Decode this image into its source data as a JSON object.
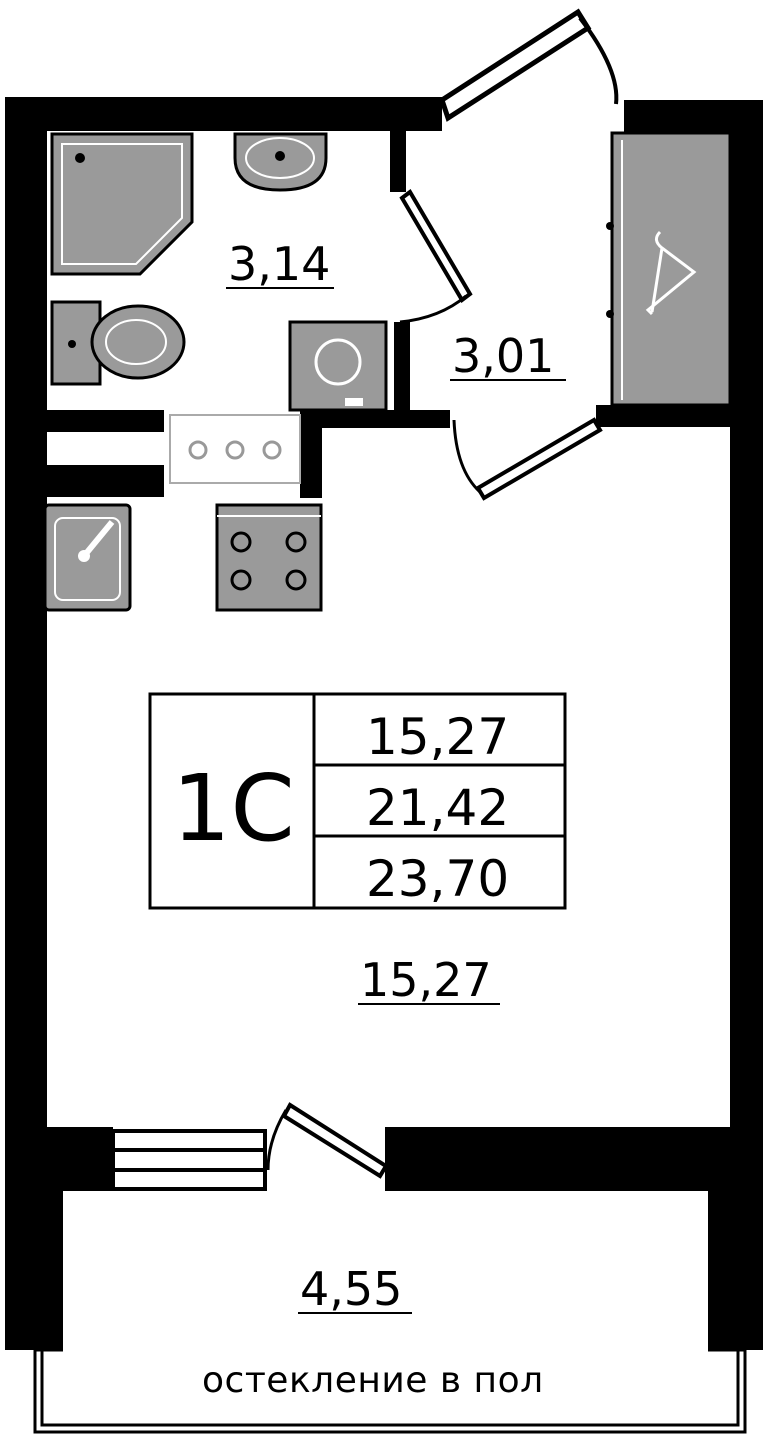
{
  "apartment": {
    "type": "1С",
    "areas": {
      "living": "15,27",
      "total_without_balcony": "21,42",
      "total": "23,70"
    }
  },
  "rooms": {
    "bathroom": {
      "area": "3,14"
    },
    "hallway": {
      "area": "3,01"
    },
    "living_room": {
      "area": "15,27"
    },
    "balcony": {
      "area": "4,55",
      "note": "остекление в пол"
    }
  },
  "colors": {
    "wall": "#000000",
    "fixture_fill": "#9a9a9a",
    "background": "#ffffff"
  },
  "icons": [
    "shower-icon",
    "washbasin-icon",
    "toilet-icon",
    "washing-machine-icon",
    "kitchen-sink-icon",
    "stove-icon",
    "hanger-icon",
    "radiator-icon"
  ]
}
